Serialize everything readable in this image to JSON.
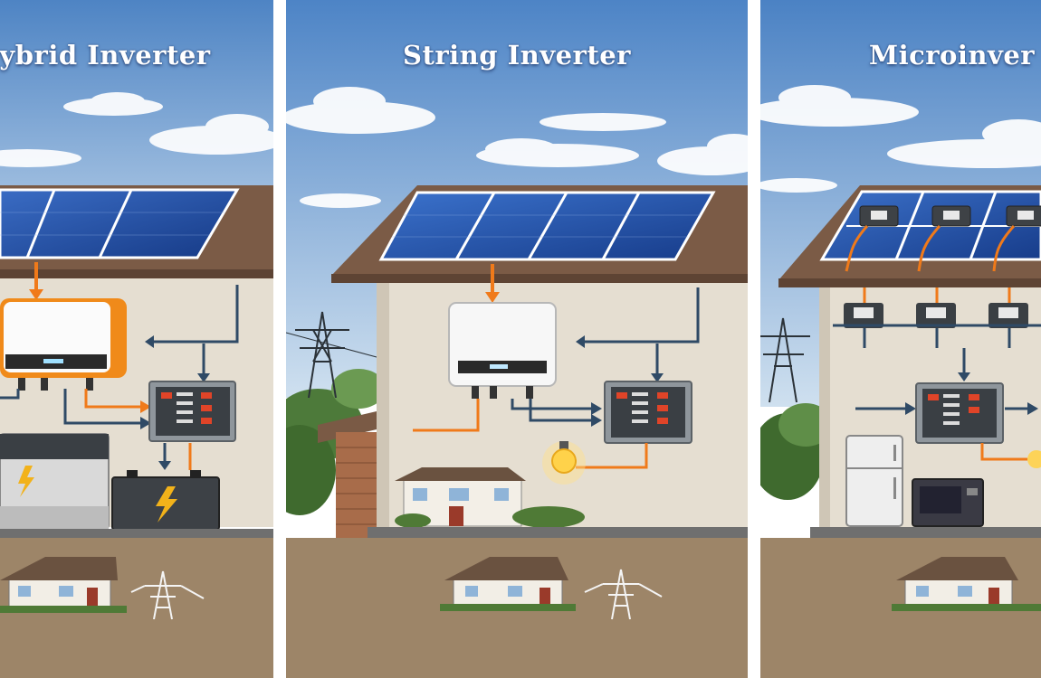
{
  "panels": [
    {
      "id": "hybrid",
      "title": "ybrid Inverter"
    },
    {
      "id": "string",
      "title": "String Inverter"
    },
    {
      "id": "micro",
      "title": "Microinver"
    }
  ],
  "colors": {
    "sky_top": "#4f86c6",
    "sky_bottom": "#c6dbee",
    "roof": "#7a5a45",
    "wall": "#e4ddd0",
    "solar_panel": "#1f4a9a",
    "dc_wire": "#f07a1a",
    "ac_wire": "#2f4a66",
    "ground": "#9c8468",
    "inverter_accent": "#f08a1a",
    "bulb": "#ffd24a"
  }
}
